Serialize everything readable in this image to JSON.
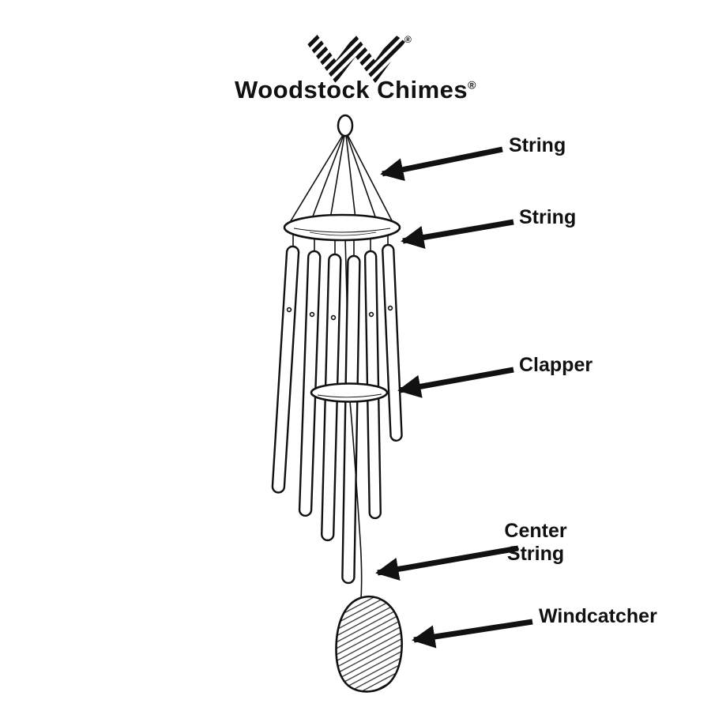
{
  "brand": {
    "name": "Woodstock Chimes",
    "reg_mark": "®"
  },
  "labels": {
    "string_top": "String",
    "string_middle": "String",
    "clapper": "Clapper",
    "center_string": "Center String",
    "windcatcher": "Windcatcher"
  },
  "colors": {
    "ink": "#111111",
    "background": "#ffffff"
  }
}
